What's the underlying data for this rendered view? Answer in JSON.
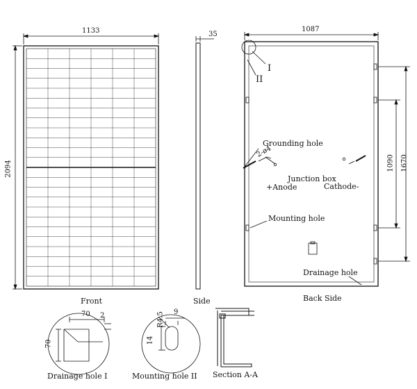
{
  "front": {
    "width_dim": "1133",
    "height_dim": "2094",
    "label": "Front"
  },
  "side": {
    "thickness_dim": "35",
    "label": "Side"
  },
  "back": {
    "width_dim": "1087",
    "dim_1090": "1090",
    "dim_1670": "1670",
    "label": "Back Side",
    "marker_I": "I",
    "marker_II": "II",
    "grounding_hole": "Grounding hole",
    "phi4": "2-ø4",
    "junction_box": "Junction box",
    "anode": "+Anode",
    "cathode": "Cathode-",
    "mounting_hole": "Mounting hole",
    "drainage_hole": "Drainage hole"
  },
  "details": {
    "drainage": {
      "label": "Drainage hole  I",
      "dim_70_h": "70",
      "dim_2": "2",
      "dim_70_v": "70"
    },
    "mounting": {
      "label": "Mounting hole  II",
      "dim_r45": "R4.5",
      "dim_9": "9",
      "dim_14": "14"
    },
    "section": {
      "label": "Section  A-A"
    }
  }
}
